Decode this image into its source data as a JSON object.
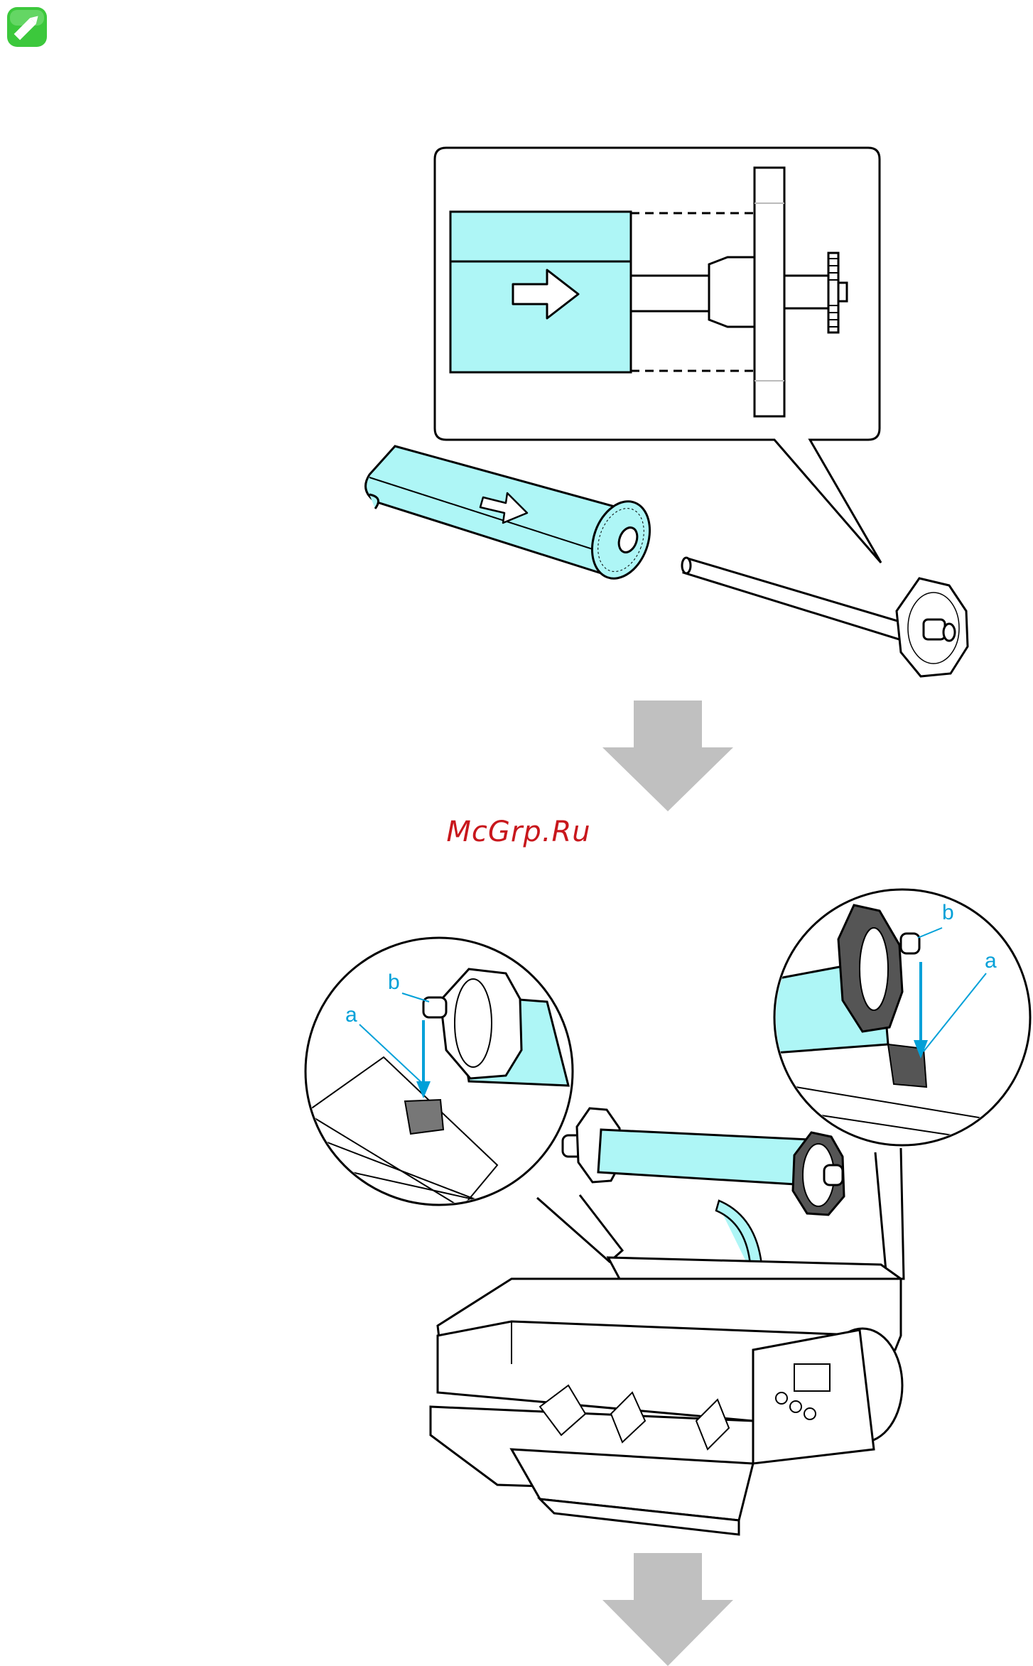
{
  "note_icon": {
    "icon": "pencil-note-icon",
    "color": "#3cc83c"
  },
  "watermark": "McGrp.Ru",
  "callout_labels": {
    "left_a": "a",
    "left_b": "b",
    "right_a": "a",
    "right_b": "b"
  },
  "colors": {
    "paper": "#aef6f6",
    "arrow": "#c0c0c0",
    "line": "#000000",
    "label": "#00a0d8",
    "watermark": "#c8171c"
  }
}
